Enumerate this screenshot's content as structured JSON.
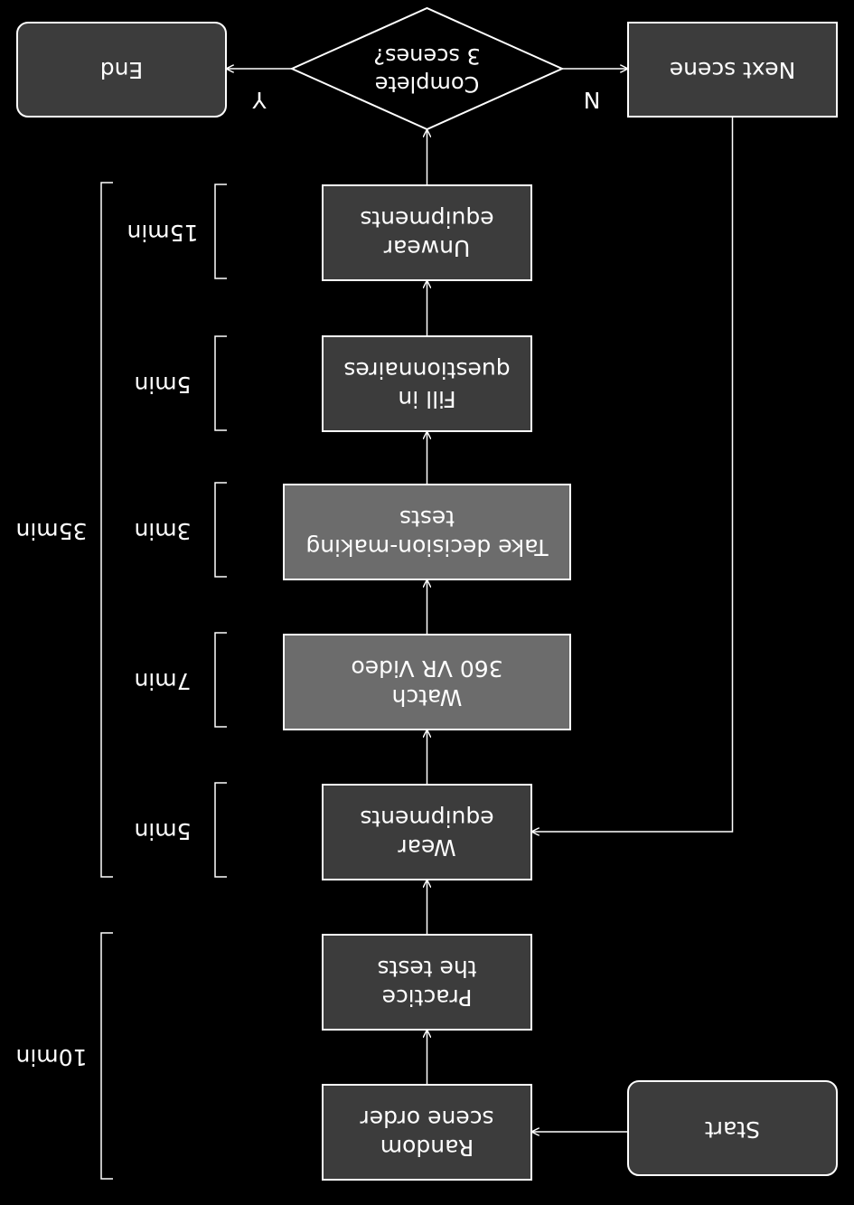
{
  "diagram": {
    "nodes": {
      "start": "Start",
      "random_order": [
        "Random",
        "scene order"
      ],
      "practice": [
        "Practice",
        "the tests"
      ],
      "wear": [
        "Wear",
        "equipments"
      ],
      "watch": [
        "Watch",
        "360 VR Video"
      ],
      "decision": [
        "Take decision-making",
        "tests"
      ],
      "questionnaires": [
        "Fill in",
        "questionnaires"
      ],
      "unwear": [
        "Unwear",
        "equipments"
      ],
      "complete_check": [
        "Complete",
        "3 scenes?"
      ],
      "next_scene": "Next scene",
      "end": "End"
    },
    "edge_labels": {
      "yes": "Y",
      "no": "N"
    },
    "durations": {
      "wear": "5min",
      "watch": "7min",
      "decision": "3min",
      "questionnaires": "5min",
      "unwear": "15min",
      "phase_setup": "10min",
      "phase_scene": "35min"
    },
    "colors": {
      "background": "#000000",
      "box_fill": "#3c3c3c",
      "box_fill_highlight": "#6c6c6c",
      "stroke": "#ffffff",
      "text": "#ffffff"
    }
  }
}
